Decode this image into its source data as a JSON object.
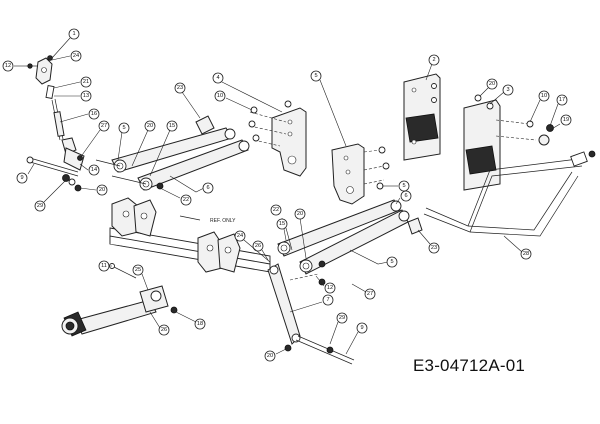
{
  "drawing_code": "E3-04712A-01",
  "ref_label": "REF. ONLY",
  "callouts": [
    {
      "label": "1"
    },
    {
      "label": "24"
    },
    {
      "label": "12"
    },
    {
      "label": "21"
    },
    {
      "label": "13"
    },
    {
      "label": "16"
    },
    {
      "label": "27"
    },
    {
      "label": "14"
    },
    {
      "label": "20"
    },
    {
      "label": "9"
    },
    {
      "label": "29"
    },
    {
      "label": "5"
    },
    {
      "label": "20"
    },
    {
      "label": "15"
    },
    {
      "label": "22"
    },
    {
      "label": "6"
    },
    {
      "label": "23"
    },
    {
      "label": "4"
    },
    {
      "label": "10"
    },
    {
      "label": "5"
    },
    {
      "label": "2"
    },
    {
      "label": "20"
    },
    {
      "label": "3"
    },
    {
      "label": "10"
    },
    {
      "label": "17"
    },
    {
      "label": "19"
    },
    {
      "label": "5"
    },
    {
      "label": "6"
    },
    {
      "label": "22"
    },
    {
      "label": "20"
    },
    {
      "label": "15"
    },
    {
      "label": "23"
    },
    {
      "label": "5"
    },
    {
      "label": "26"
    },
    {
      "label": "24"
    },
    {
      "label": "12"
    },
    {
      "label": "27"
    },
    {
      "label": "7"
    },
    {
      "label": "29"
    },
    {
      "label": "9"
    },
    {
      "label": "20"
    },
    {
      "label": "11"
    },
    {
      "label": "25"
    },
    {
      "label": "18"
    },
    {
      "label": "28"
    }
  ]
}
